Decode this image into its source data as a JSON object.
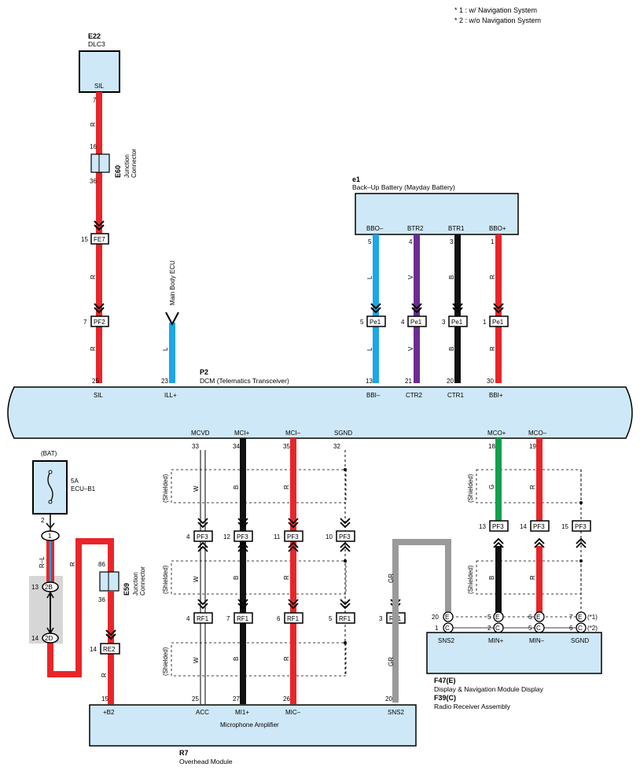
{
  "colors": {
    "box_fill": "#cfe8f7",
    "red": "#e8262a",
    "blue": "#1ba7e8",
    "purple": "#6a2c91",
    "black": "#111111",
    "green": "#12a04b",
    "gray": "#9a9a9a",
    "splice_bg": "#d6d6d6"
  },
  "notes": {
    "n1": "* 1 : w/ Navigation System",
    "n2": "* 2 : w/o Navigation System"
  },
  "e22": {
    "code": "E22",
    "name": "DLC3",
    "sil": "SIL",
    "pin7": "7",
    "wire": "R"
  },
  "e60": {
    "code": "E60",
    "name1": "Junction",
    "name2": "Connector",
    "pin16": "16",
    "pin36": "36",
    "wire": "R"
  },
  "fe7": {
    "label": "FE7",
    "pin": "15",
    "wire": "R"
  },
  "pf2": {
    "label": "PF2",
    "pin": "7",
    "wire": "R"
  },
  "main_body": {
    "label": "Main Body ECU",
    "wire": "L"
  },
  "e1": {
    "code": "e1",
    "name": "Back–Up Battery (Mayday Battery)",
    "terms": [
      "BBO–",
      "BTR2",
      "BTR1",
      "BBO+"
    ],
    "pins": [
      "5",
      "4",
      "3",
      "1"
    ],
    "wires": [
      "L",
      "V",
      "B",
      "R"
    ],
    "conn_label": "Pe1",
    "conn_pins": [
      "5",
      "4",
      "3",
      "1"
    ]
  },
  "p2": {
    "code": "P2",
    "name": "DCM (Telematics Transceiver)",
    "top_pins": [
      "25",
      "23",
      "13",
      "21",
      "20",
      "30"
    ],
    "top_terms": [
      "SIL",
      "ILL+",
      "BBI–",
      "CTR2",
      "CTR1",
      "BBI+"
    ],
    "bottom_terms": [
      "MCVD",
      "MCI+",
      "MCI–",
      "SGND",
      "MCO+",
      "MCO–"
    ],
    "bottom_pins": [
      "33",
      "34",
      "35",
      "32",
      "18",
      "19"
    ]
  },
  "shielded": "(Shielded)",
  "bat": {
    "label": "(BAT)",
    "fuse_amp": "5A",
    "fuse_name": "ECU–B1",
    "pin2": "2"
  },
  "splice": {
    "j1": "1",
    "j2b": "2B",
    "j2d": "2D",
    "pin13": "13",
    "pin14": "14",
    "wire_rl": "R–L"
  },
  "e59": {
    "code": "E59",
    "name1": "Junction",
    "name2": "Connector",
    "pin86": "86",
    "pin36": "36",
    "wire": "R"
  },
  "re2": {
    "label": "RE2",
    "pin": "14",
    "wire": "R"
  },
  "pf3_left": {
    "label": "PF3",
    "pins": [
      "4",
      "12",
      "11",
      "10"
    ],
    "wires": [
      "W",
      "B",
      "R"
    ]
  },
  "rf1": {
    "label": "RF1",
    "pins": [
      "4",
      "7",
      "6",
      "5",
      "3"
    ],
    "wires": [
      "W",
      "B",
      "R",
      "GR"
    ]
  },
  "pf3_right": {
    "label": "PF3",
    "pins": [
      "13",
      "14",
      "15"
    ],
    "wires_top": [
      "G",
      "R"
    ],
    "wires_bot": [
      "B",
      "R"
    ]
  },
  "r7": {
    "code": "R7",
    "name": "Overhead Module",
    "inner": "Microphone Amplifier",
    "pins": [
      "15",
      "25",
      "27",
      "26",
      "20"
    ],
    "terms": [
      "+B2",
      "ACC",
      "MI1+",
      "MIC–",
      "SNS2"
    ],
    "wire_r": "R"
  },
  "f47": {
    "code": "F47(E)",
    "name": "Display & Navigation Module Display",
    "code2": "F39(C)",
    "name2": "Radio Receiver Assembly",
    "terms": [
      "SNS2",
      "MIN+",
      "MIN–",
      "SGND"
    ],
    "row_e": {
      "pins": [
        "20",
        "5",
        "6",
        "7"
      ],
      "letter": "E",
      "note": "(*1)"
    },
    "row_c": {
      "pins": [
        "1",
        "2",
        "5",
        "6"
      ],
      "letter": "C",
      "note": "(*2)"
    }
  }
}
